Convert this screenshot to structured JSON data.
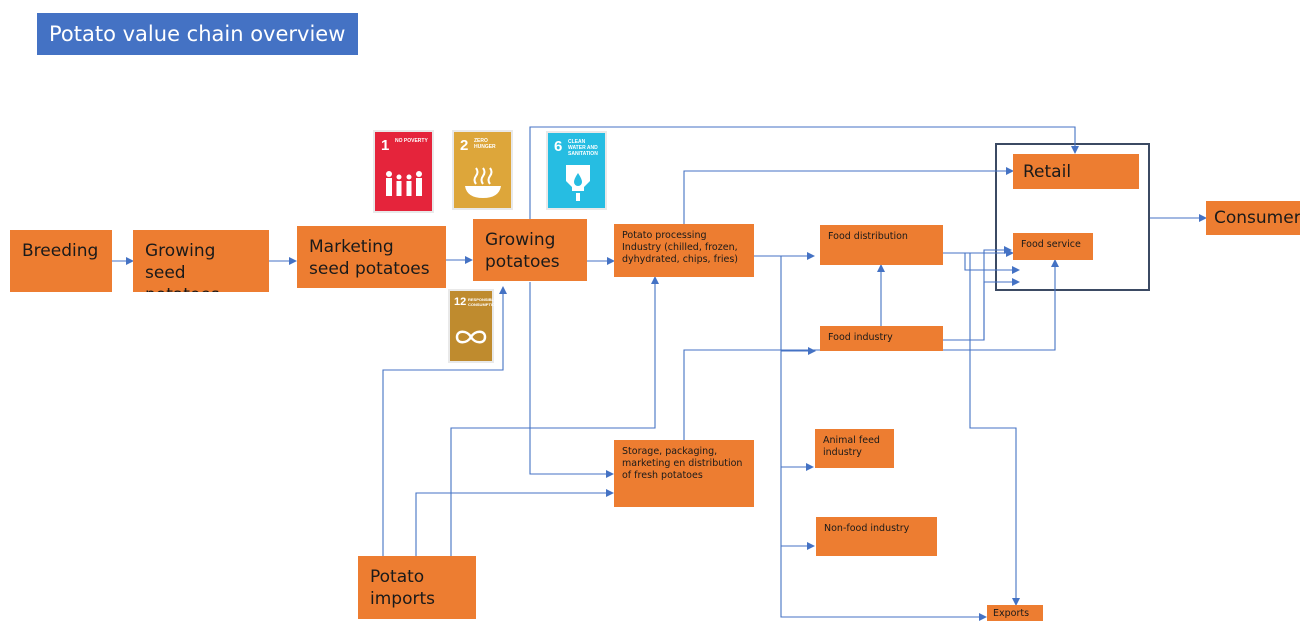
{
  "title": "Potato value chain overview",
  "nodes": {
    "breeding": "Breeding",
    "growing_seed": "Growing seed potatoes",
    "marketing_seed": "Marketing seed potatoes",
    "growing_potatoes": "Growing potatoes",
    "processing": "Potato processing Industry (chilled, frozen, dyhydrated, chips, fries)",
    "storage": "Storage, packaging, marketing en distribution of fresh potatoes",
    "imports": "Potato imports",
    "food_distribution": "Food distribution",
    "food_industry": "Food industry",
    "animal_feed": "Animal feed industry",
    "non_food": "Non-food industry",
    "retail": "Retail",
    "food_service": "Food service",
    "consumer": "Consumer",
    "exports": "Exports"
  },
  "sdg_badges": [
    {
      "number": "1",
      "label": "NO POVERTY",
      "color": "#e5243b"
    },
    {
      "number": "2",
      "label": "ZERO HUNGER",
      "color": "#dda63a"
    },
    {
      "number": "6",
      "label": "CLEAN WATER AND SANITATION",
      "color": "#26bde2"
    },
    {
      "number": "12",
      "label": "RESPONSIBLE CONSUMPTION",
      "color": "#bf8b2e"
    }
  ],
  "colors": {
    "box": "#ed7d31",
    "arrow": "#4472c4",
    "title_bg": "#4472c4"
  }
}
